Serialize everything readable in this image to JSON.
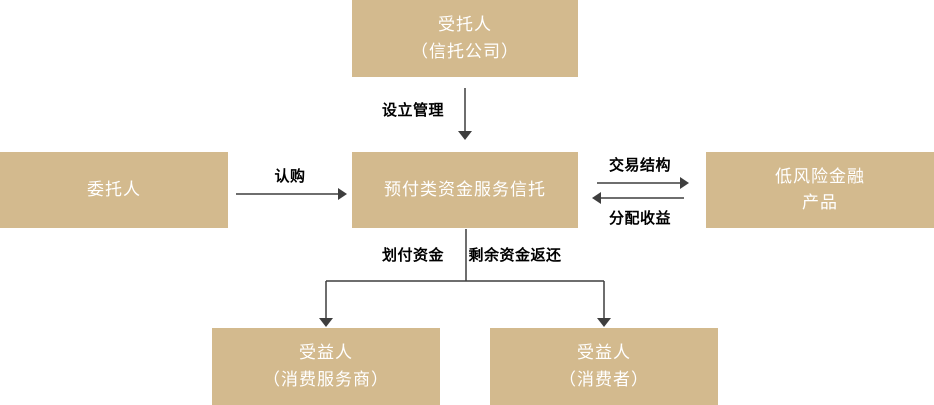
{
  "diagram": {
    "type": "flowchart",
    "nodes": {
      "trustee": {
        "title": "受托人",
        "subtitle": "（信托公司）"
      },
      "principal": {
        "title": "委托人",
        "subtitle": ""
      },
      "trust": {
        "title": "预付类资金服务信托",
        "subtitle": ""
      },
      "products": {
        "title": "低风险金融",
        "subtitle": "产品"
      },
      "beneficiary_provider": {
        "title": "受益人",
        "subtitle": "（消费服务商）"
      },
      "beneficiary_consumer": {
        "title": "受益人",
        "subtitle": "（消费者）"
      }
    },
    "edges": {
      "establish_manage": {
        "label": "设立管理",
        "from": "trustee",
        "to": "trust"
      },
      "subscribe": {
        "label": "认购",
        "from": "principal",
        "to": "trust"
      },
      "transaction": {
        "label": "交易结构",
        "from": "trust",
        "to": "products"
      },
      "distribute_income": {
        "label": "分配收益",
        "from": "products",
        "to": "trust"
      },
      "transfer_funds": {
        "label": "划付资金",
        "from": "trust",
        "to": "beneficiary_provider"
      },
      "refund_remaining": {
        "label": "剩余资金返还",
        "from": "trust",
        "to": "beneficiary_consumer"
      }
    },
    "colors": {
      "box_fill": "#d3ba8e",
      "box_text": "#ffffff",
      "connector": "#3e3e3e",
      "edge_label_text": "#000000",
      "background": "#ffffff"
    }
  }
}
